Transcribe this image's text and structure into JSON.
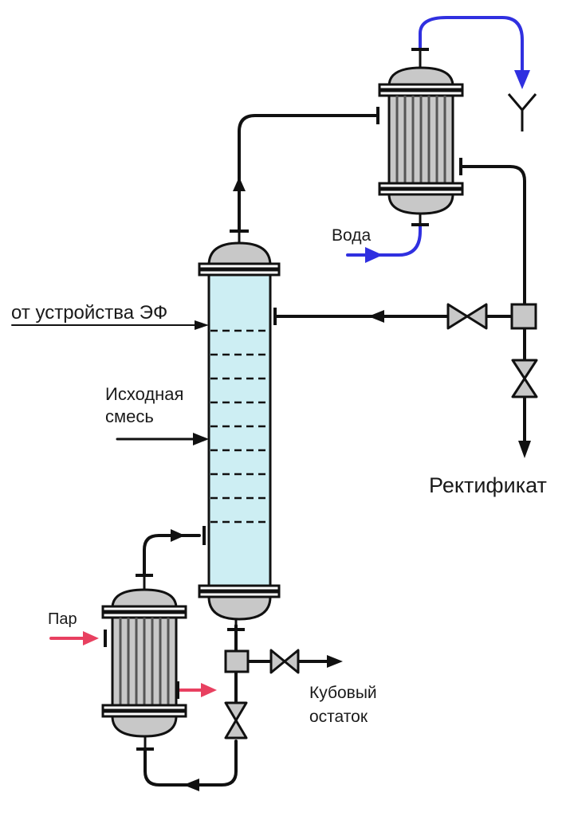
{
  "labels": {
    "voda": "Вода",
    "from_device": "от устройства ЭФ",
    "feed_line1": "Исходная",
    "feed_line2": "смесь",
    "rectifikat": "Ректификат",
    "par": "Пар",
    "bottoms_line1": "Кубовый",
    "bottoms_line2": "остаток"
  },
  "colors": {
    "column_fill": "#cdeef3",
    "vessel_gray": "#c8c8c8",
    "line_black": "#111111",
    "water_blue": "#3030e0",
    "steam_red": "#e84060"
  },
  "column": {
    "tray_count": 9
  }
}
